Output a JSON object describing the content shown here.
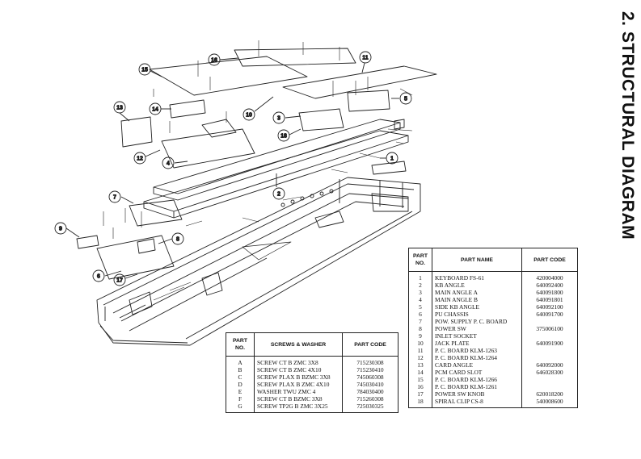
{
  "page": {
    "section_title": "2.  STRUCTURAL DIAGRAM"
  },
  "callouts": [
    "1",
    "2",
    "3",
    "4",
    "5",
    "6",
    "7",
    "8",
    "9",
    "10",
    "11",
    "12",
    "13",
    "14",
    "15",
    "16",
    "17",
    "18"
  ],
  "screw_table": {
    "headers": {
      "part": "PART NO.",
      "name": "SCREWS & WASHER",
      "code": "PART CODE"
    },
    "rows": [
      {
        "no": "A",
        "name": "SCREW CT B ZMC 3X8",
        "code": "715230308"
      },
      {
        "no": "B",
        "name": "SCREW CT B ZMC 4X10",
        "code": "715230410"
      },
      {
        "no": "C",
        "name": "SCREW PLAX B BZMC 3X8",
        "code": "745060308"
      },
      {
        "no": "D",
        "name": "SCREW PLAX B ZMC 4X10",
        "code": "745030410"
      },
      {
        "no": "E",
        "name": "WASHER TWU ZMC 4",
        "code": "784030400"
      },
      {
        "no": "F",
        "name": "SCREW CT B BZMC 3X8",
        "code": "715260308"
      },
      {
        "no": "G",
        "name": "SCREW TP2G B ZMC 3X25",
        "code": "725030325"
      }
    ]
  },
  "parts_table": {
    "headers": {
      "part": "PART NO.",
      "name": "PART NAME",
      "code": "PART CODE"
    },
    "rows": [
      {
        "no": "1",
        "name": "KEYBOARD FS-61",
        "code": "420004000"
      },
      {
        "no": "2",
        "name": "KB ANGLE",
        "code": "640092400"
      },
      {
        "no": "3",
        "name": "MAIN ANGLE A",
        "code": "640091800"
      },
      {
        "no": "4",
        "name": "MAIN ANGLE B",
        "code": "640091801"
      },
      {
        "no": "5",
        "name": "SIDE KB ANGLE",
        "code": "640092100"
      },
      {
        "no": "6",
        "name": "PU CHASSIS",
        "code": "640091700"
      },
      {
        "no": "7",
        "name": "POW. SUPPLY P. C. BOARD",
        "code": ""
      },
      {
        "no": "8",
        "name": "POWER SW",
        "code": "375006100"
      },
      {
        "no": "9",
        "name": "INLET SOCKET",
        "code": ""
      },
      {
        "no": "10",
        "name": "JACK PLATE",
        "code": "640091900"
      },
      {
        "no": "11",
        "name": "P. C. BOARD KLM-1263",
        "code": ""
      },
      {
        "no": "12",
        "name": "P. C. BOARD KLM-1264",
        "code": ""
      },
      {
        "no": "13",
        "name": "CARD ANGLE",
        "code": "640092000"
      },
      {
        "no": "14",
        "name": "PCM CARD SLOT",
        "code": "646028300"
      },
      {
        "no": "15",
        "name": "P. C. BOARD KLM-1266",
        "code": ""
      },
      {
        "no": "16",
        "name": "P. C. BOARD KLM-1261",
        "code": ""
      },
      {
        "no": "17",
        "name": "POWER SW KNOB",
        "code": "620018200"
      },
      {
        "no": "18",
        "name": "SPIRAL CLIP CS-8",
        "code": "540008600"
      }
    ]
  }
}
